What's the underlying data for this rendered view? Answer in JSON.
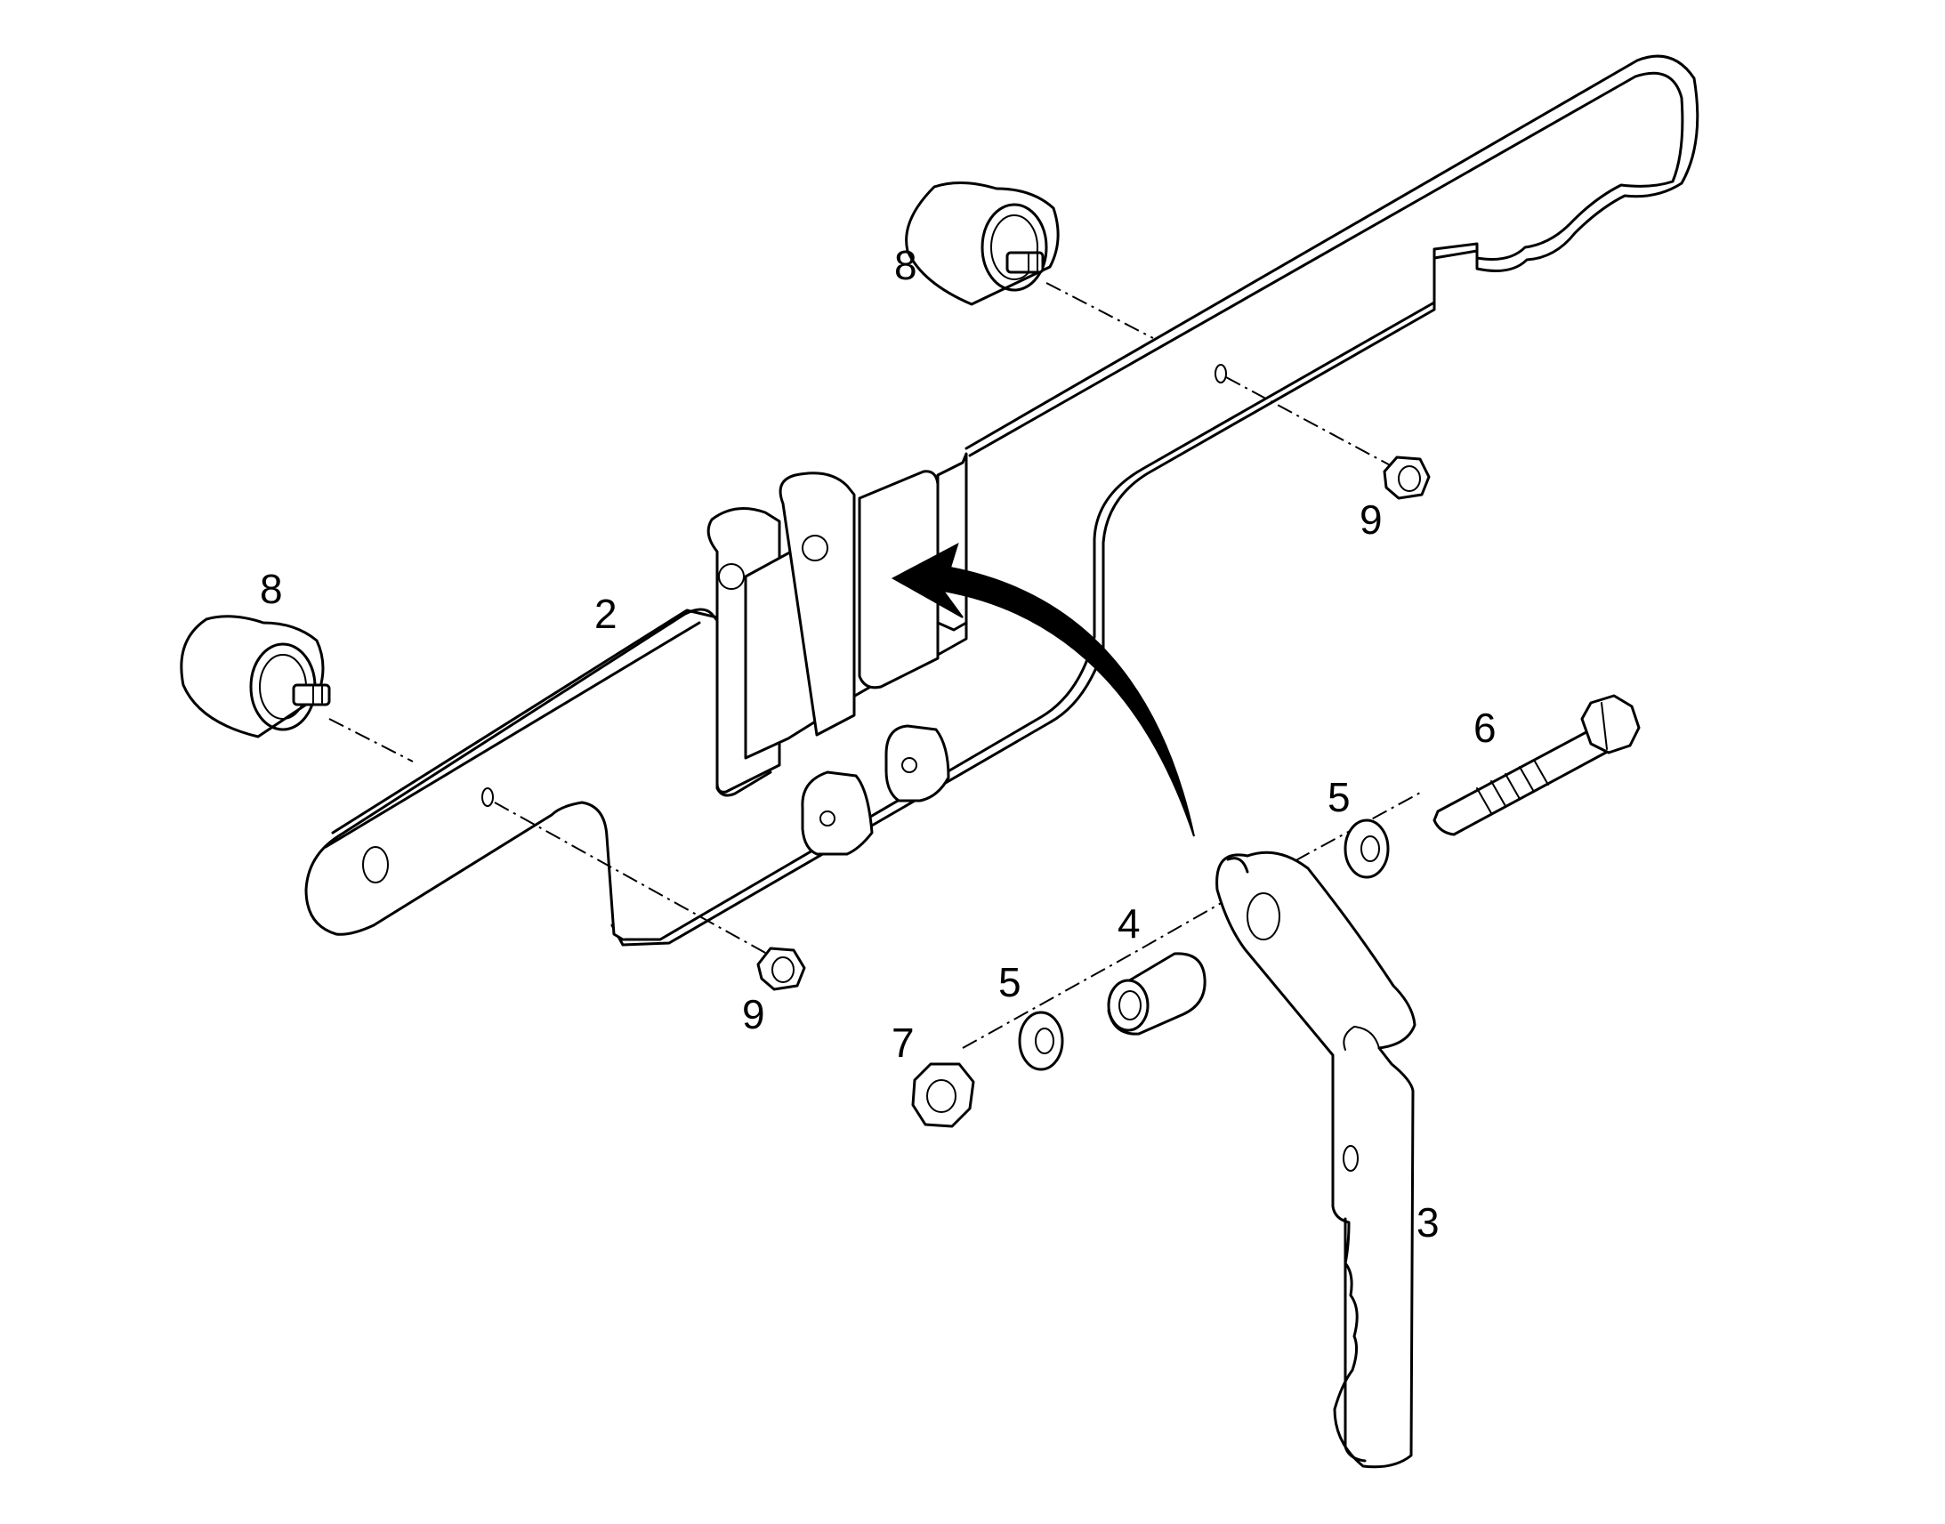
{
  "diagram": {
    "callouts": [
      {
        "id": "c8a",
        "label": "8"
      },
      {
        "id": "c8b",
        "label": "8"
      },
      {
        "id": "c2",
        "label": "2"
      },
      {
        "id": "c9a",
        "label": "9"
      },
      {
        "id": "c9b",
        "label": "9"
      },
      {
        "id": "c6",
        "label": "6"
      },
      {
        "id": "c5a",
        "label": "5"
      },
      {
        "id": "c5b",
        "label": "5"
      },
      {
        "id": "c4",
        "label": "4"
      },
      {
        "id": "c7",
        "label": "7"
      },
      {
        "id": "c3",
        "label": "3"
      }
    ]
  }
}
